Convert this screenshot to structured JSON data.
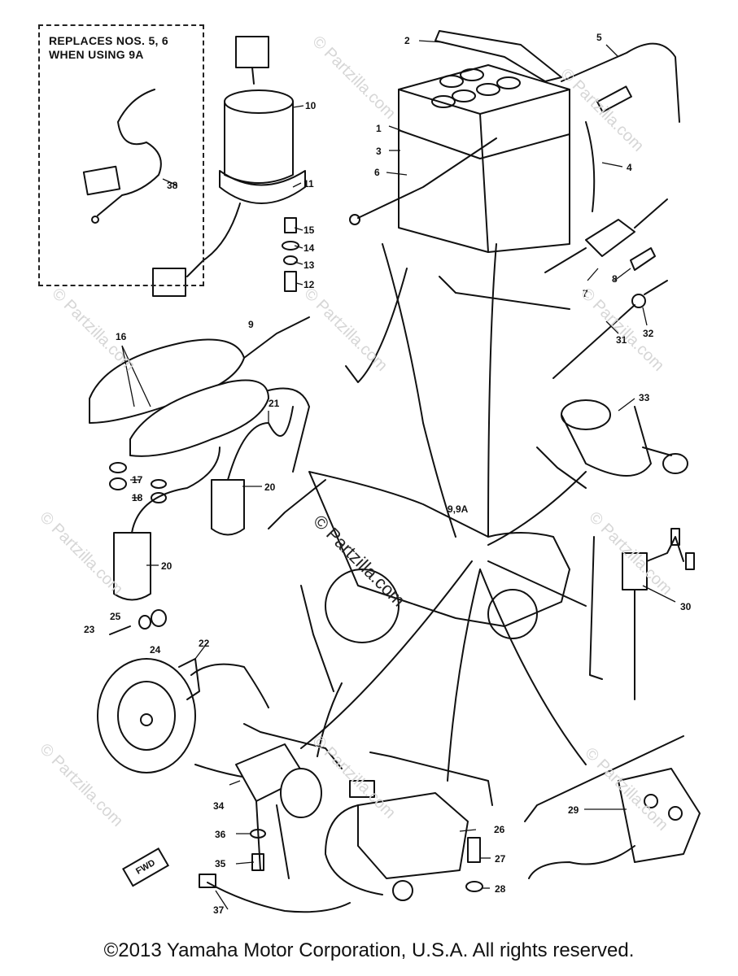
{
  "note": {
    "line1": "REPLACES NOS. 5, 6",
    "line2": "WHEN USING 9A"
  },
  "labels": {
    "l1": "1",
    "l2": "2",
    "l3": "3",
    "l4": "4",
    "l5": "5",
    "l6": "6",
    "l7": "7",
    "l8": "8",
    "l9": "9",
    "l9a": "9,9A",
    "l10": "10",
    "l11": "11",
    "l12": "12",
    "l13": "13",
    "l14": "14",
    "l15": "15",
    "l16": "16",
    "l17": "17",
    "l18": "18",
    "l20a": "20",
    "l20b": "20",
    "l21": "21",
    "l22": "22",
    "l23": "23",
    "l24": "24",
    "l25": "25",
    "l26": "26",
    "l27": "27",
    "l28": "28",
    "l29": "29",
    "l30": "30",
    "l31": "31",
    "l32": "32",
    "l33": "33",
    "l34": "34",
    "l35": "35",
    "l36": "36",
    "l37": "37",
    "l38": "38"
  },
  "fwd_label": "FWD",
  "watermark": "© Partzilla.com",
  "footer": "©2013 Yamaha Motor Corporation, U.S.A. All rights reserved."
}
